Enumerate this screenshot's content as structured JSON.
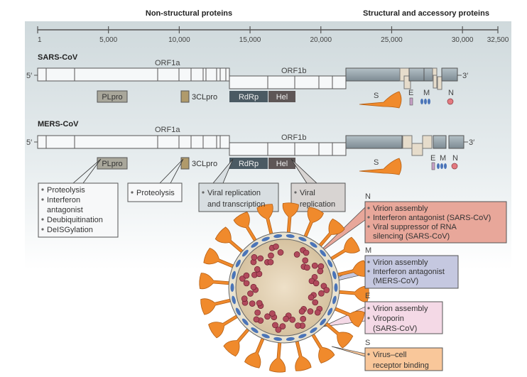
{
  "headers": {
    "nonstructural": "Non-structural proteins",
    "structural": "Structural and accessory proteins"
  },
  "axis": {
    "ticks": [
      {
        "v": 1,
        "label": "1"
      },
      {
        "v": 5000,
        "label": "5,000"
      },
      {
        "v": 10000,
        "label": "10,000"
      },
      {
        "v": 15000,
        "label": "15,000"
      },
      {
        "v": 20000,
        "label": "20,000"
      },
      {
        "v": 25000,
        "label": "25,000"
      },
      {
        "v": 30000,
        "label": "30,000"
      },
      {
        "v": 32500,
        "label": "32,500"
      }
    ]
  },
  "genomes": {
    "sars": {
      "name": "SARS-CoV",
      "five": "5′",
      "three": "3′",
      "orf1a": "ORF1a",
      "orf1b": "ORF1b"
    },
    "mers": {
      "name": "MERS-CoV",
      "five": "5′",
      "three": "3′",
      "orf1a": "ORF1a",
      "orf1b": "ORF1b"
    }
  },
  "proteins": {
    "plpro": "PLpro",
    "clpro": "3CLpro",
    "rdrp": "RdRp",
    "hel": "Hel",
    "s": "S",
    "e": "E",
    "m": "M",
    "n": "N"
  },
  "callouts": {
    "plpro": [
      "Proteolysis",
      "Interferon",
      "antagonist",
      "Deubiquitination",
      "DeISGylation"
    ],
    "clpro": [
      "Proteolysis"
    ],
    "rdrp": [
      "Viral replication",
      "and transcription"
    ],
    "hel": [
      "Viral",
      "replication"
    ],
    "n": {
      "label": "N",
      "lines": [
        "Virion assembly",
        "Interferon antagonist (SARS-CoV)",
        "Viral suppressor of RNA",
        "silencing (SARS-CoV)"
      ]
    },
    "m": {
      "label": "M",
      "lines": [
        "Virion assembly",
        "Interferon antagonist",
        "(MERS-CoV)"
      ]
    },
    "e": {
      "label": "E",
      "lines": [
        "Virion assembly",
        "Viroporin",
        "(SARS-CoV)"
      ]
    },
    "s": {
      "label": "S",
      "lines": [
        "Virus–cell",
        "receptor binding"
      ]
    }
  },
  "colors": {
    "spike": "#f08a2c",
    "n": "#e8a79a",
    "m": "#c5c8e0",
    "e": "#f4d9e6",
    "s": "#f9c79a",
    "gene_gray": "#8e9ca4",
    "rdrp": "#4b5a63",
    "hel": "#5e5656",
    "plpro": "#a9a79b",
    "clpro": "#b09a6b"
  }
}
